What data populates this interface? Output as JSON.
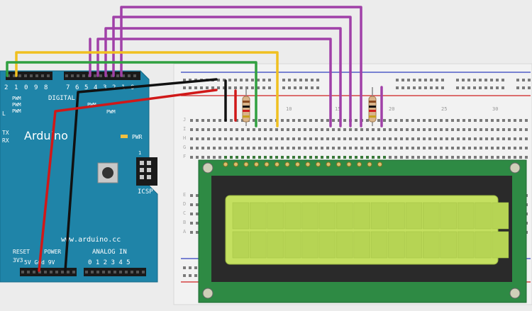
{
  "arduino": {
    "brand": "Arduino",
    "website": "www.arduino.cc",
    "digital_label": "DIGITAL",
    "pwm_label": "PWM",
    "pwr_label": "PWR",
    "icsp_label": "ICSP",
    "tx_label": "TX",
    "rx_label": "RX",
    "l_label": "L",
    "reset_label": "RESET",
    "v33_label": "3V3",
    "power_label": "POWER",
    "power_pins_label": "5V Gnd 9V",
    "analog_label": "ANALOG IN",
    "analog_numbers": "0 1 2 3 4 5",
    "icsp_one": "1",
    "digital_numbers": [
      "2",
      "1",
      "0",
      "9",
      "8",
      "7",
      "6",
      "5",
      "4",
      "3",
      "2",
      "1",
      "0"
    ],
    "board_color": "#1f84a8"
  },
  "breadboard": {
    "column_numbers": [
      "10",
      "15",
      "20",
      "25",
      "30"
    ],
    "row_letters_top": [
      "J",
      "I",
      "H",
      "G",
      "F"
    ],
    "row_letters_bottom": [
      "E",
      "D",
      "C",
      "B",
      "A"
    ]
  },
  "lcd": {
    "pcb_color": "#2e8a44",
    "screen_color": "#c4e060",
    "rows": 2,
    "cols": 16
  },
  "wires": {
    "purple": "#a040a8",
    "yellow": "#f0c020",
    "green": "#30a040",
    "black": "#111111",
    "red": "#d01818"
  }
}
